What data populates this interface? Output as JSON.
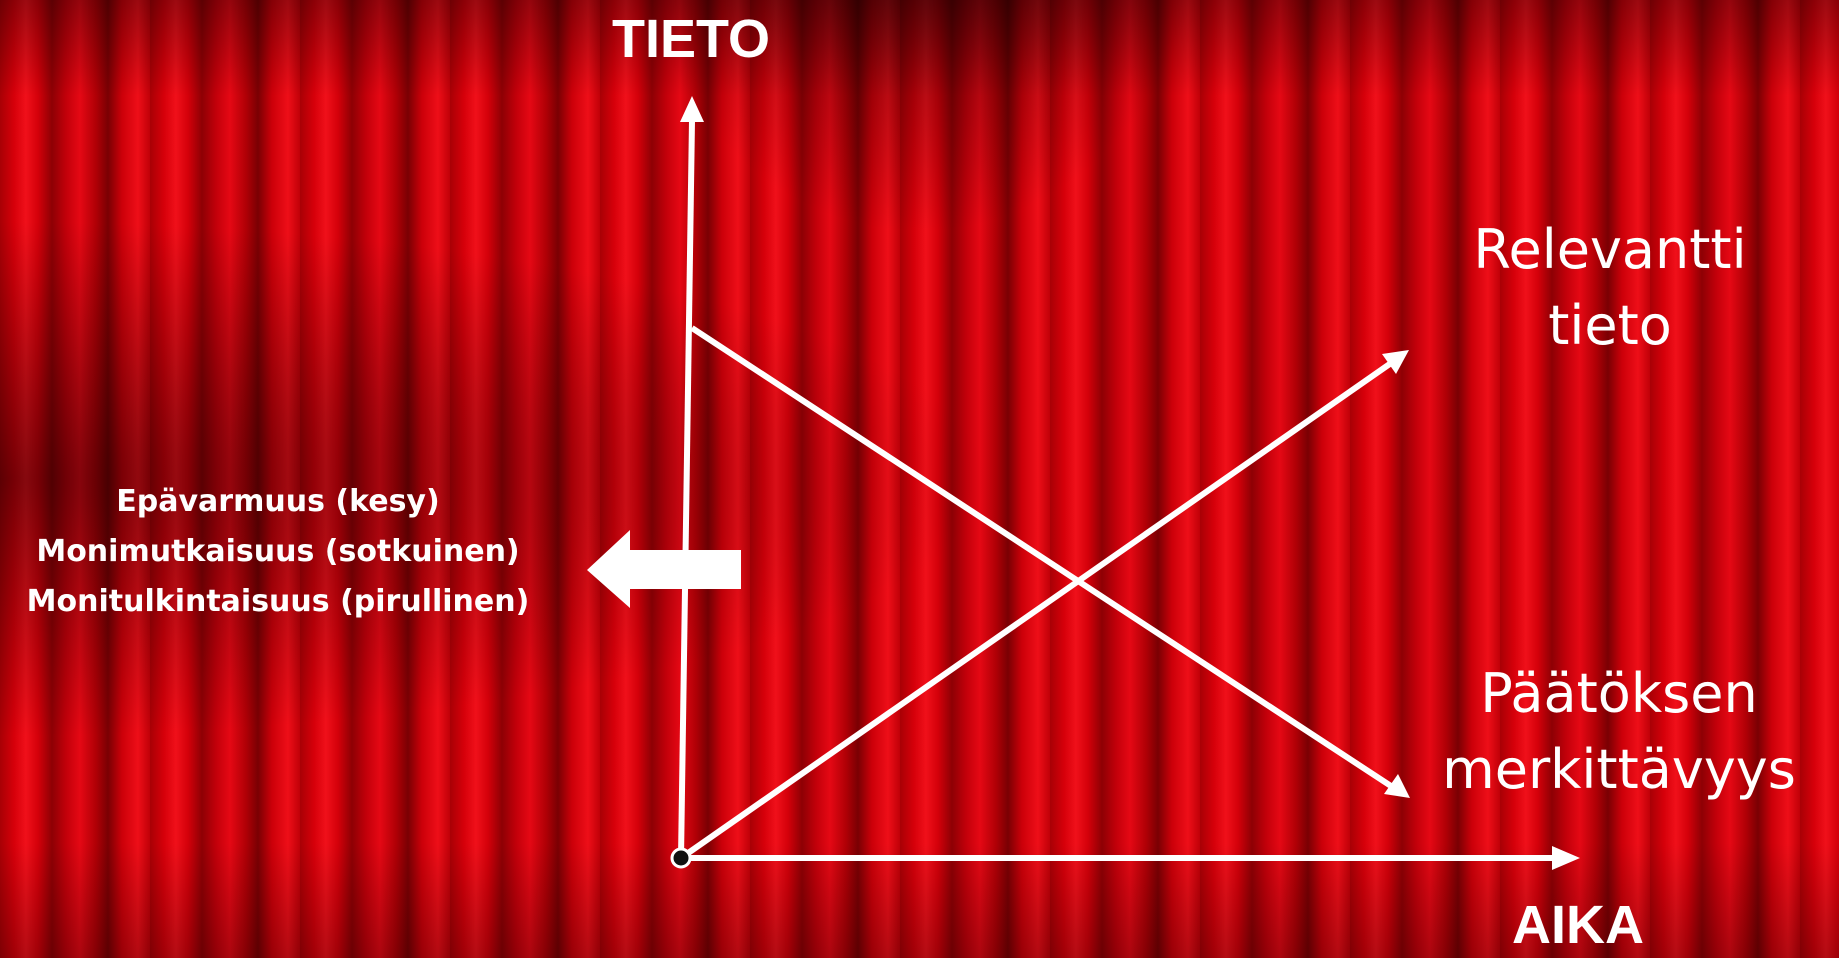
{
  "axes": {
    "y_label": "TIETO",
    "x_label": "AIKA"
  },
  "curves": {
    "relevant": {
      "line1": "Relevantti",
      "line2": "tieto"
    },
    "significance": {
      "line1": "Päätöksen",
      "line2": "merkittävyys"
    }
  },
  "factors": [
    "Epävarmuus (kesy)",
    "Monimutkaisuus (sotkuinen)",
    "Monitulkintaisuus (pirullinen)"
  ],
  "colors": {
    "background": "#d0000a",
    "lines": "#ffffff",
    "origin": "#111111"
  }
}
